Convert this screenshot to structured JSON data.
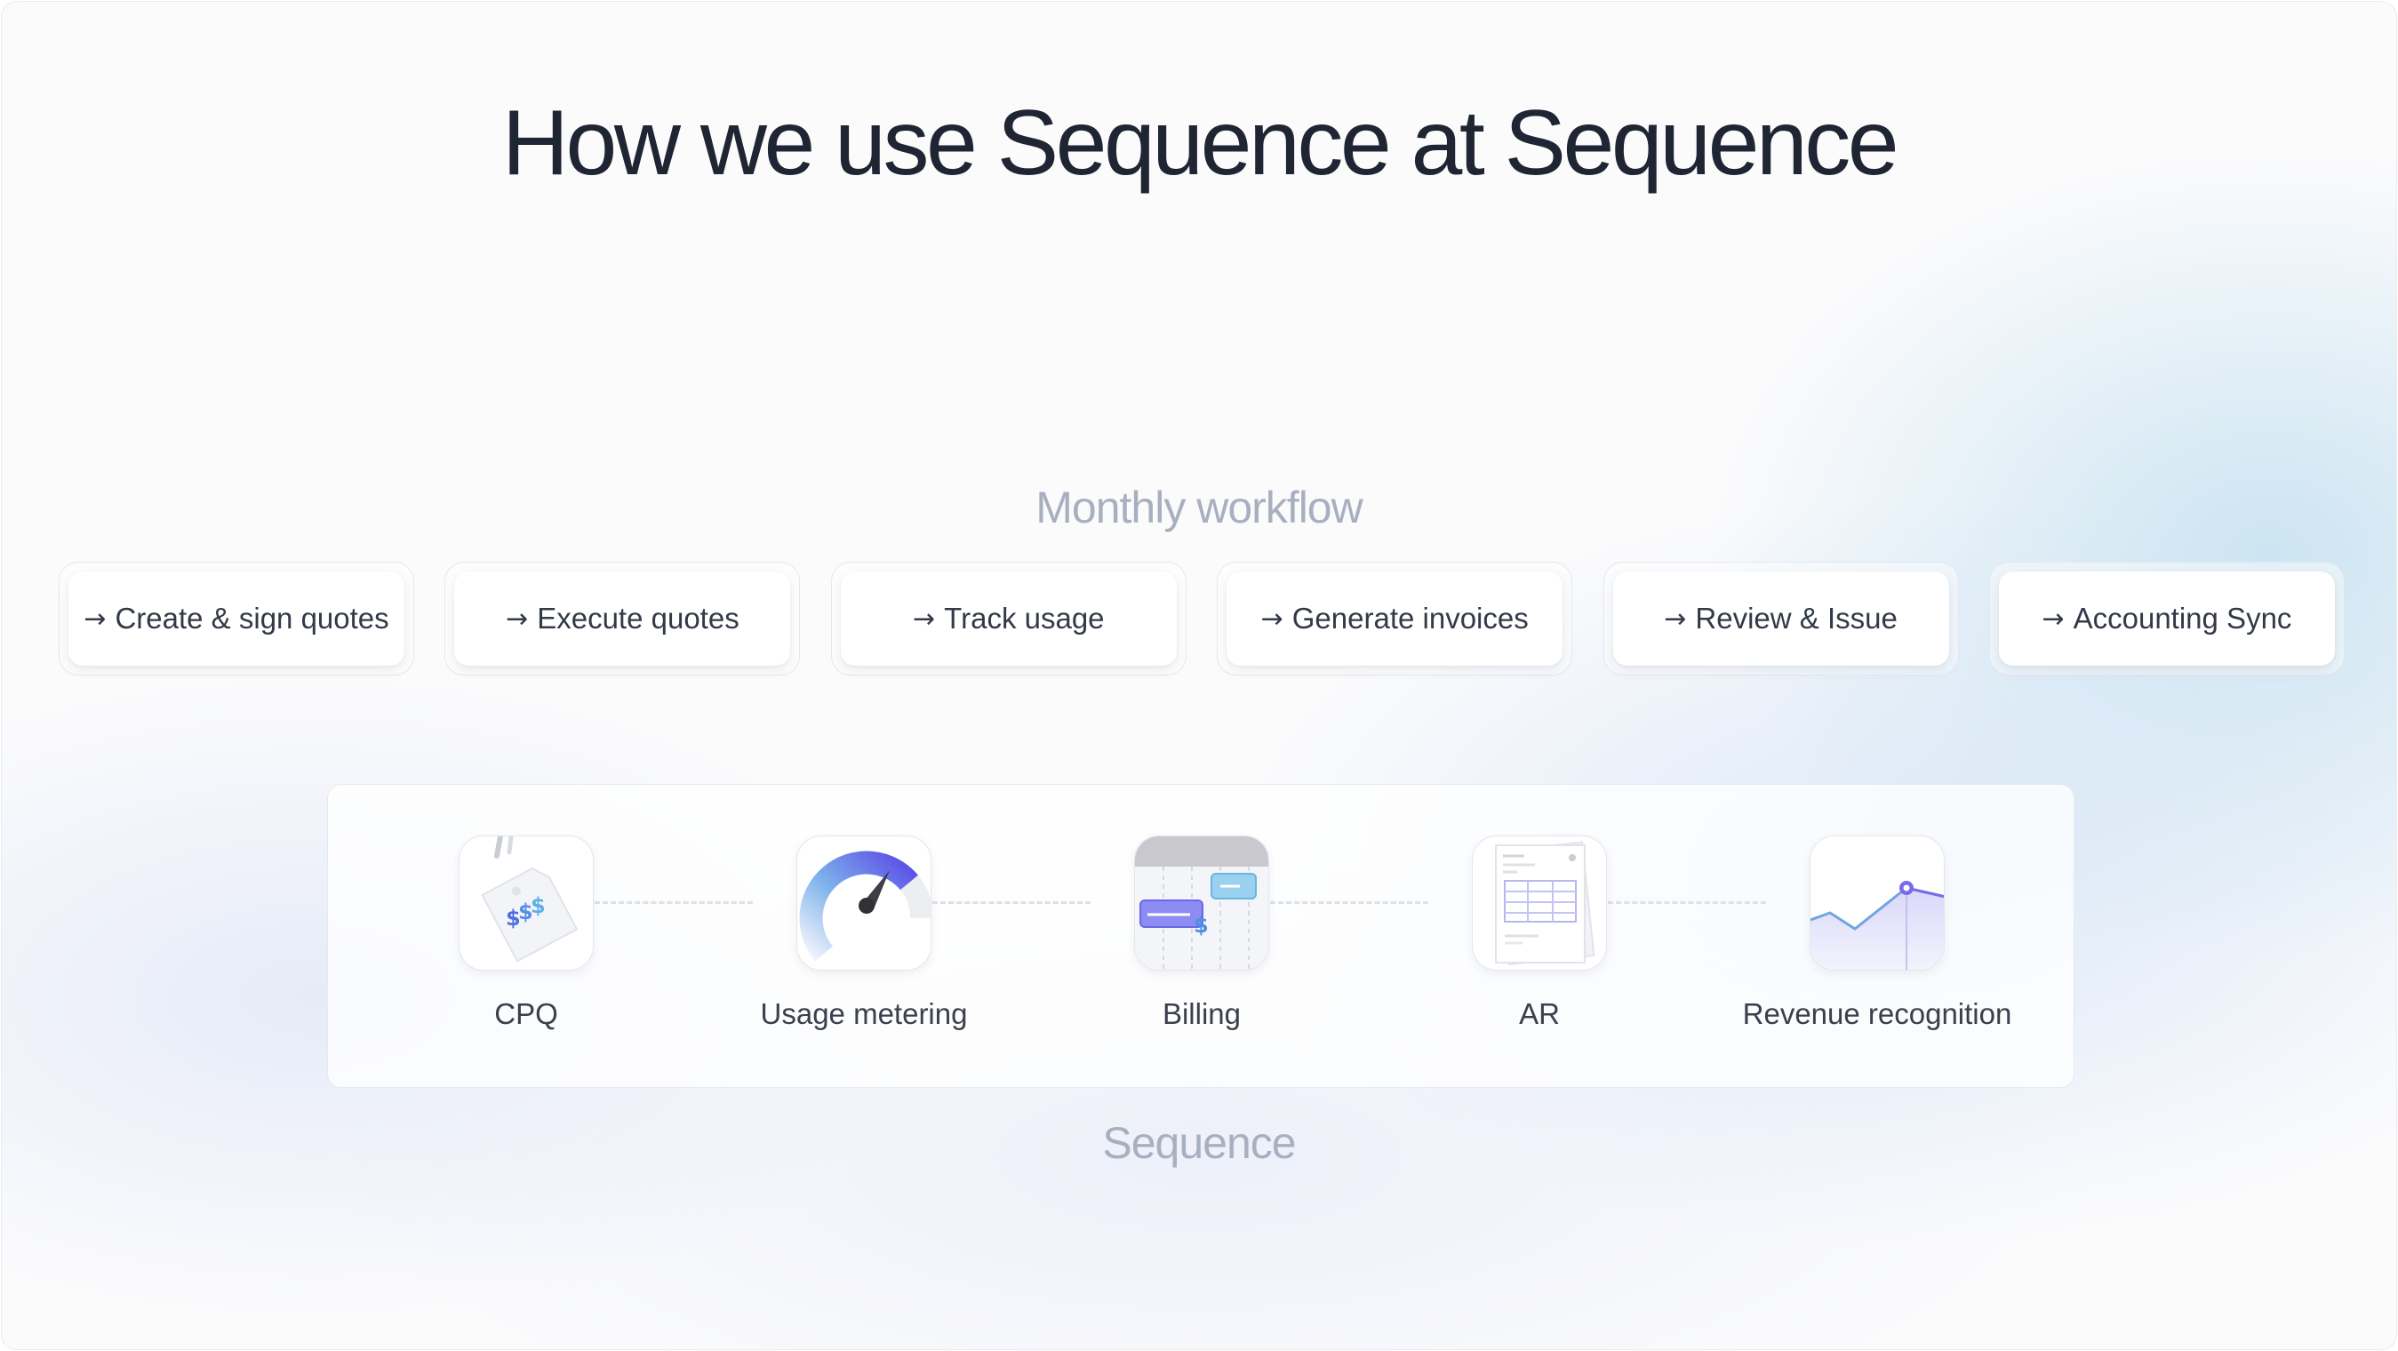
{
  "title": "How we use Sequence at Sequence",
  "workflow": {
    "label": "Monthly workflow",
    "arrow": "→",
    "steps": [
      {
        "label": "Create & sign quotes"
      },
      {
        "label": "Execute quotes"
      },
      {
        "label": "Track usage"
      },
      {
        "label": "Generate invoices"
      },
      {
        "label": "Review & Issue"
      },
      {
        "label": "Accounting Sync"
      }
    ]
  },
  "sequence": {
    "label": "Sequence",
    "modules": [
      {
        "label": "CPQ",
        "icon": "price-tag-icon"
      },
      {
        "label": "Usage metering",
        "icon": "speedometer-icon"
      },
      {
        "label": "Billing",
        "icon": "billing-calendar-icon"
      },
      {
        "label": "AR",
        "icon": "invoice-document-icon"
      },
      {
        "label": "Revenue recognition",
        "icon": "growth-chart-icon"
      }
    ]
  },
  "colors": {
    "title": "#1f2533",
    "muted_label": "#a8b0c0",
    "accent_purple": "#6c63e8",
    "accent_blue": "#5aa6df"
  }
}
